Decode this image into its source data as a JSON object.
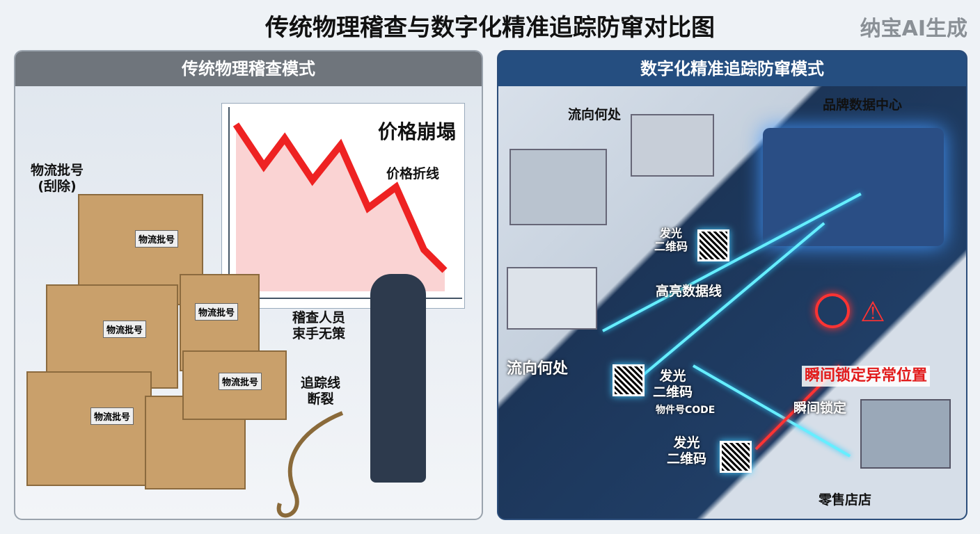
{
  "title": "传统物理稽查与数字化精准追踪防窜对比图",
  "watermark": "纳宝AI生成",
  "left": {
    "header": "传统物理稽查模式",
    "chart_title": "价格崩塌",
    "price_line_label": "价格折线",
    "batch_label": "物流批号\n(刮除)",
    "box_tag": "物流批号",
    "inspector_label": "稽查人员\n束手无策",
    "rope_label": "追踪线\n断裂"
  },
  "right": {
    "header": "数字化精准追踪防窜模式",
    "where_top": "流向何处",
    "brand_center": "品牌数据中心",
    "glow_qr_1": "发光\n二维码",
    "data_line": "高亮数据线",
    "where_left": "流向何处",
    "glow_qr_2": "发光\n二维码",
    "item_code": "物件号CODE",
    "glow_qr_3": "发光\n二维码",
    "locate_abnormal": "瞬间锁定异常位置",
    "locate": "瞬间锁定",
    "retail": "零售店店"
  },
  "colors": {
    "left_header": "#6f757c",
    "right_header": "#254e80",
    "alert": "#e21b1b",
    "beam": "#66eeff"
  }
}
